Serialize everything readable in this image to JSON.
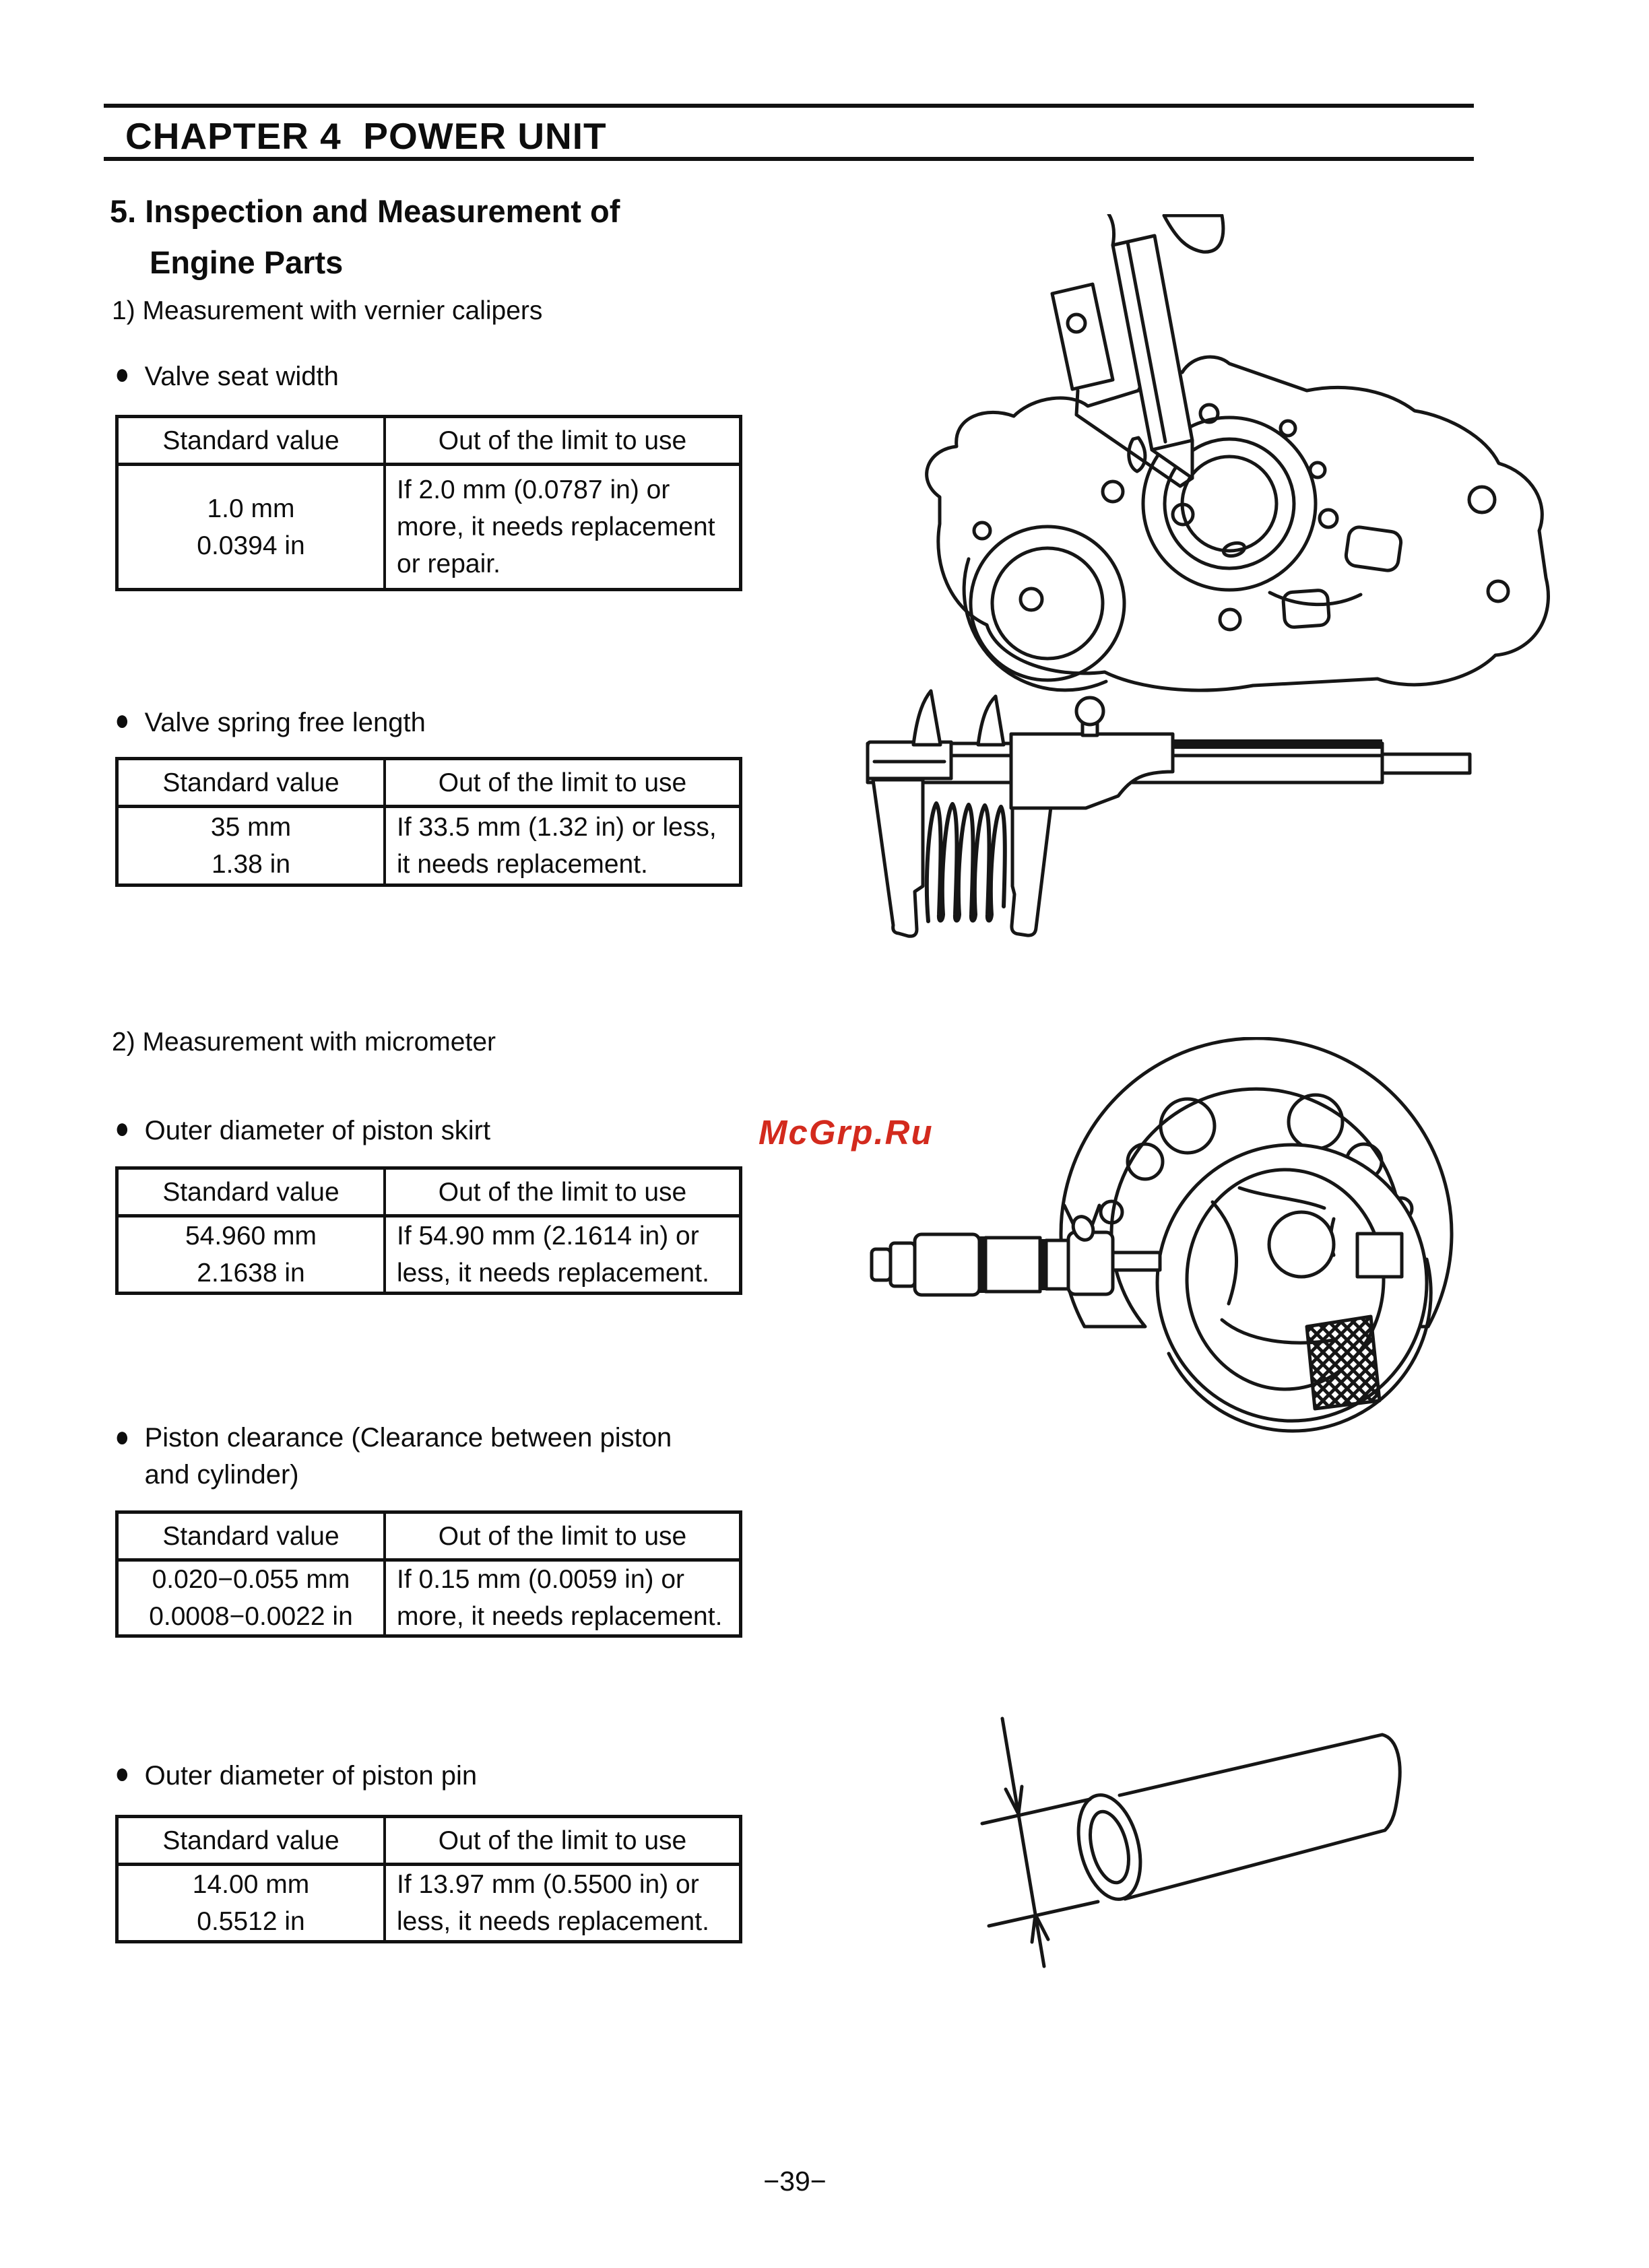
{
  "page": {
    "chapter_title": "CHAPTER 4  POWER UNIT",
    "section_title_line1": "5. Inspection and Measurement of",
    "section_title_line2": "Engine Parts",
    "page_number": "−39−",
    "watermark_text": "McGrp.Ru",
    "watermark_color": "#d32a1d"
  },
  "ui": {
    "bullet": "●"
  },
  "subsections": [
    {
      "label": "1) Measurement with vernier calipers"
    },
    {
      "label": "2) Measurement with micrometer"
    }
  ],
  "table_headers": {
    "standard": "Standard value",
    "limit": "Out of the limit to use"
  },
  "measurements": [
    {
      "title_lines": [
        "Valve seat width"
      ],
      "standard": [
        "1.0 mm",
        "0.0394 in"
      ],
      "limit": [
        "If 2.0 mm (0.0787 in) or",
        "more, it needs replacement",
        "or repair."
      ]
    },
    {
      "title_lines": [
        "Valve spring free length"
      ],
      "standard": [
        "35 mm",
        "1.38 in"
      ],
      "limit": [
        "If 33.5 mm (1.32 in) or less,",
        "it needs replacement."
      ]
    },
    {
      "title_lines": [
        "Outer diameter of piston skirt"
      ],
      "standard": [
        "54.960 mm",
        "2.1638 in"
      ],
      "limit": [
        "If 54.90 mm (2.1614 in) or",
        "less, it needs replacement."
      ]
    },
    {
      "title_lines": [
        "Piston clearance (Clearance between piston",
        "and cylinder)"
      ],
      "standard": [
        "0.020−0.055 mm",
        "0.0008−0.0022 in"
      ],
      "limit": [
        "If 0.15 mm (0.0059 in) or",
        "more, it needs replacement."
      ]
    },
    {
      "title_lines": [
        "Outer diameter of piston pin"
      ],
      "standard": [
        "14.00 mm",
        "0.5512 in"
      ],
      "limit": [
        "If 13.97 mm (0.5500 in) or",
        "less, it needs replacement."
      ]
    }
  ]
}
